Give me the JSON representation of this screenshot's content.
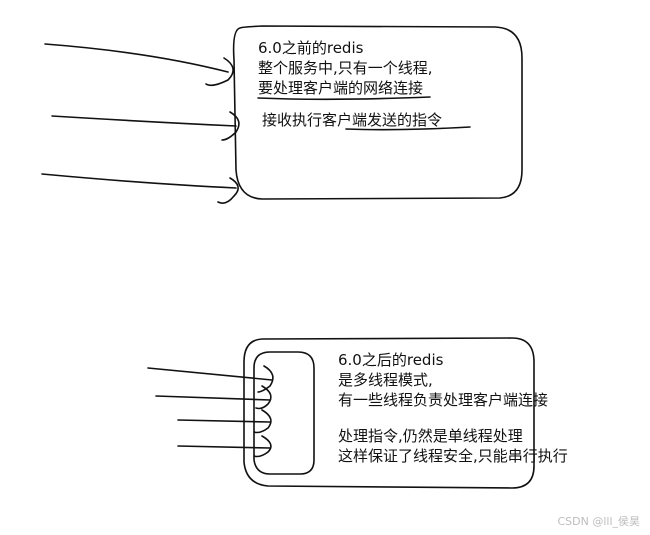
{
  "top_panel": {
    "lines": [
      "6.0之前的redis",
      "整个服务中,只有一个线程,",
      "要处理客户端的网络连接"
    ],
    "second_note": "接收执行客户端发送的指令"
  },
  "bottom_panel": {
    "lines": [
      "6.0之后的redis",
      "是多线程模式,",
      "有一些线程负责处理客户端连接"
    ],
    "note_lines": [
      "处理指令,仍然是单线程处理",
      "这样保证了线程安全,只能串行执行"
    ]
  },
  "watermark": "CSDN @lll_侯昊",
  "colors": {
    "ink": "#111111",
    "background": "#ffffff",
    "watermark": "#bdbdbd"
  }
}
